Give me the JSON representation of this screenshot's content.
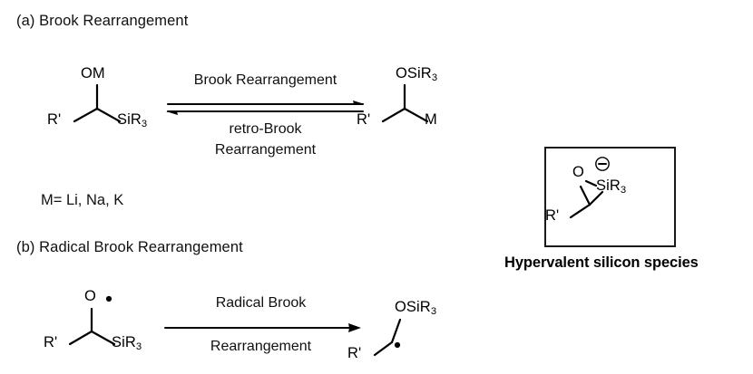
{
  "figure": {
    "panels": [
      {
        "id": "a",
        "label": "(a) Brook Rearrangement",
        "reactant": {
          "top_group": "OM",
          "left_group": "R'",
          "right_group": "SiR",
          "right_group_sub": "3"
        },
        "arrow": {
          "type": "equilibrium",
          "forward_label": "Brook Rearrangement",
          "reverse_label_line1": "retro-Brook",
          "reverse_label_line2": "Rearrangement"
        },
        "product": {
          "top_group": "OSiR",
          "top_group_sub": "3",
          "left_group": "R'",
          "right_group": "M"
        },
        "footnote": "M= Li, Na, K"
      },
      {
        "id": "b",
        "label": "(b) Radical Brook Rearrangement",
        "reactant": {
          "top_group": "O",
          "top_radical": "•",
          "left_group": "R'",
          "right_group": "SiR",
          "right_group_sub": "3"
        },
        "arrow": {
          "type": "forward",
          "label_line1": "Radical Brook",
          "label_line2": "Rearrangement"
        },
        "product": {
          "top_group": "OSiR",
          "top_group_sub": "3",
          "left_group": "R'",
          "carbon_radical": "•"
        }
      }
    ],
    "inset": {
      "structure": {
        "oxygen": "O",
        "silicon_group": "SiR",
        "silicon_group_sub": "3",
        "charge": "⊖",
        "left_group": "R'"
      },
      "caption": "Hypervalent silicon species"
    },
    "colors": {
      "ink": "#000000",
      "background": "#ffffff",
      "box_border": "#1a1a1a"
    }
  }
}
